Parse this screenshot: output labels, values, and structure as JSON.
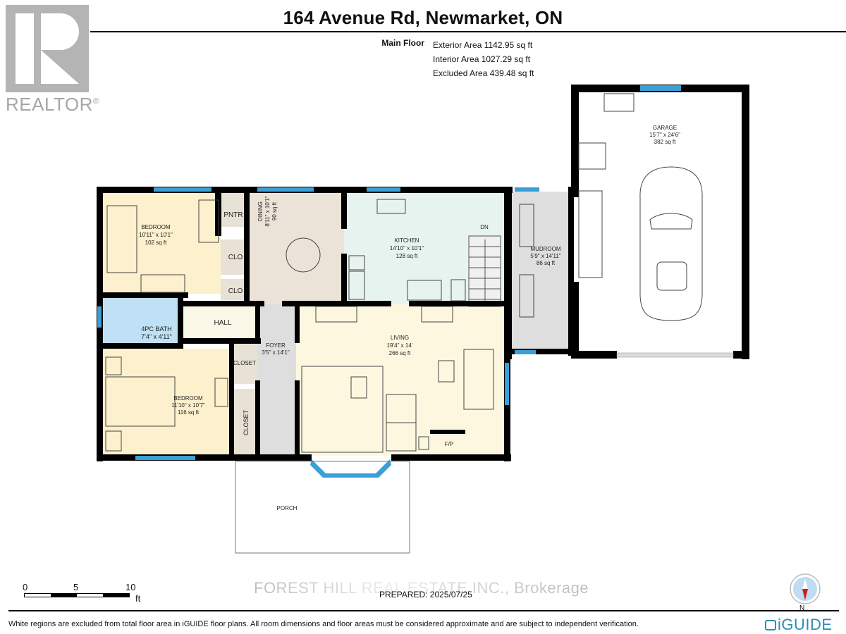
{
  "header": {
    "title": "164 Avenue Rd, Newmarket, ON",
    "floor_label": "Main Floor",
    "areas": [
      "Exterior Area 1142.95 sq ft",
      "Interior Area 1027.29 sq ft",
      "Excluded Area 439.48 sq ft"
    ]
  },
  "logo": {
    "realtor_word": "REALTOR",
    "realtor_reg": "®"
  },
  "rooms": {
    "bedroom1": {
      "name": "BEDROOM",
      "dims": "10'11\" x 10'1\"",
      "area": "102 sq ft"
    },
    "pantry": {
      "name": "PNTR"
    },
    "clo1": {
      "name": "CLO"
    },
    "clo2": {
      "name": "CLO"
    },
    "dining": {
      "name": "DINING",
      "dims": "8'11\" x 10'1\"",
      "area": "90 sq ft"
    },
    "kitchen": {
      "name": "KITCHEN",
      "dims": "14'10\" x 10'1\"",
      "area": "128 sq ft"
    },
    "stairs_label": "DN",
    "mudroom": {
      "name": "MUDROOM",
      "dims": "5'9\" x 14'11\"",
      "area": "86 sq ft"
    },
    "garage": {
      "name": "GARAGE",
      "dims": "15'7\" x 24'6\"",
      "area": "382 sq ft"
    },
    "bath": {
      "name": "4PC BATH",
      "dims": "7'4\" x 4'11\""
    },
    "hall": {
      "name": "HALL"
    },
    "foyer": {
      "name": "FOYER",
      "dims": "3'5\" x 14'1\""
    },
    "closet1": {
      "name": "CLOSET"
    },
    "closet2": {
      "name": "CLOSET"
    },
    "bedroom2": {
      "name": "BEDROOM",
      "dims": "11'10\" x 10'7\"",
      "area": "116 sq ft"
    },
    "living": {
      "name": "LIVING",
      "dims": "19'4\" x 14'",
      "area": "266 sq ft"
    },
    "fireplace": {
      "name": "F/P"
    },
    "porch": {
      "name": "PORCH"
    }
  },
  "colors": {
    "bedroom": "#fdf0cc",
    "dining": "#ebe3d8",
    "kitchen": "#e6f3ee",
    "bath": "#bfe0f5",
    "hall": "#fbf7e6",
    "foyer": "#dedede",
    "closet": "#e8e1d6",
    "living": "#fdf7e0",
    "window": "#3b9fd8",
    "wall": "#000000"
  },
  "scale": {
    "ticks": [
      "0",
      "5",
      "10"
    ],
    "unit": "ft"
  },
  "footer": {
    "watermark": "FOREST HILL REAL ESTATE INC., Brokerage",
    "prepared": "PREPARED: 2025/07/25",
    "disclaimer": "White regions are excluded from total floor area in iGUIDE floor plans. All room dimensions and floor areas must be considered approximate and are subject to independent verification.",
    "compass_label": "N",
    "brand": "iGUIDE"
  }
}
